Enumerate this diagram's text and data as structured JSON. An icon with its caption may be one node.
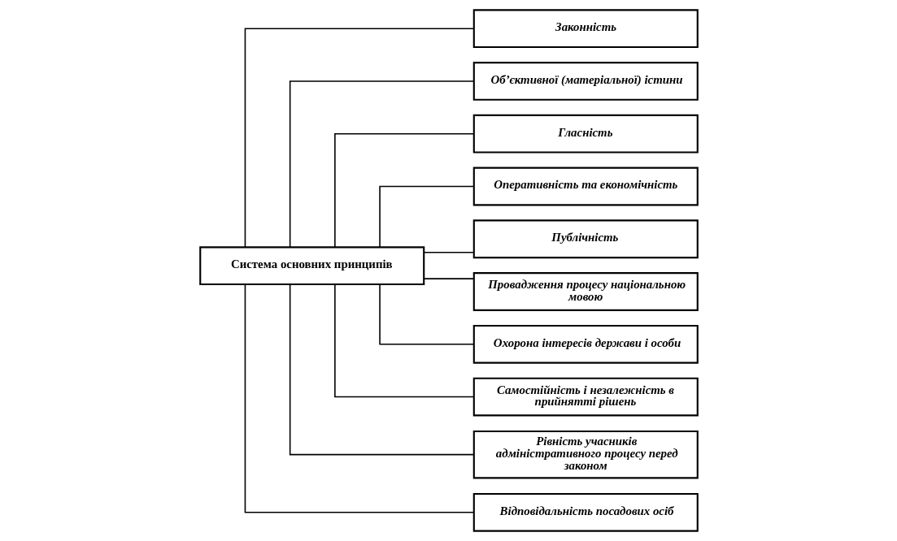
{
  "diagram": {
    "nodes": [
      {
        "text": [
          "Система основних принципів"
        ]
      },
      {
        "text": [
          "Законність"
        ]
      },
      {
        "text": [
          "Об’єктивної (матеріальної) істини"
        ]
      },
      {
        "text": [
          "Гласність"
        ]
      },
      {
        "text": [
          "Оперативність та економічність"
        ]
      },
      {
        "text": [
          "Публічність"
        ]
      },
      {
        "text": [
          "Провадження процесу національною мовою"
        ]
      },
      {
        "text": [
          "Охорона інтересів держави і особи"
        ]
      },
      {
        "text": [
          "Самостійність і незалежність в прийнятті рішень"
        ]
      },
      {
        "text": [
          "Рівність учасників адміністративного процесу перед законом"
        ]
      },
      {
        "text": [
          "Відповідальність посадових осіб"
        ]
      }
    ],
    "edges": [
      {
        "from": 0,
        "to": 1,
        "arrow": "none"
      },
      {
        "from": 0,
        "to": 2,
        "arrow": "none"
      },
      {
        "from": 0,
        "to": 3,
        "arrow": "none"
      },
      {
        "from": 0,
        "to": 4,
        "arrow": "none"
      },
      {
        "from": 0,
        "to": 5,
        "arrow": "none"
      },
      {
        "from": 0,
        "to": 6,
        "arrow": "none"
      },
      {
        "from": 0,
        "to": 7,
        "arrow": "none"
      },
      {
        "from": 0,
        "to": 8,
        "arrow": "none"
      },
      {
        "from": 0,
        "to": 9,
        "arrow": "none"
      },
      {
        "from": 0,
        "to": 10,
        "arrow": "none"
      }
    ]
  }
}
